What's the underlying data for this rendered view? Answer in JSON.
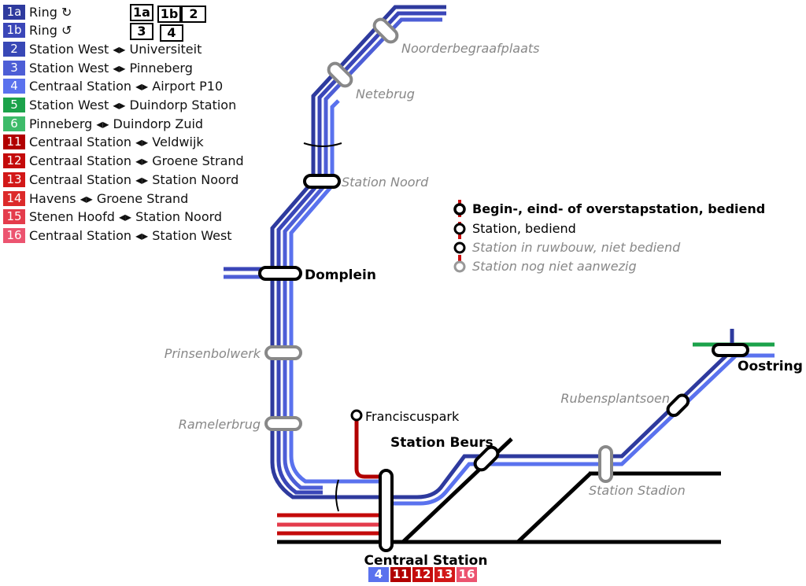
{
  "colors": {
    "line_1a": "#2e3a9e",
    "line_1b": "#3a46b8",
    "line_2": "#3848b6",
    "line_3": "#4d5ed6",
    "line_4": "#5a72ee",
    "line_5": "#1ba24a",
    "line_6": "#3dbb6a",
    "line_11": "#b10000",
    "line_12": "#cc1414",
    "line_13": "#d62a2a",
    "line_14": "#e03a3a",
    "line_15": "#e84a5c",
    "line_16": "#f06080",
    "rail_black": "#000000",
    "label_grey": "#888888"
  },
  "legend": [
    {
      "badge": "1a",
      "color": "#2e3a9e",
      "text": "Ring ↻"
    },
    {
      "badge": "1b",
      "color": "#3a46b8",
      "text": "Ring ↺"
    },
    {
      "badge": "2",
      "color": "#3848b6",
      "text": "Station West ◂▸ Universiteit"
    },
    {
      "badge": "3",
      "color": "#4d5ed6",
      "text": "Station West ◂▸ Pinneberg"
    },
    {
      "badge": "4",
      "color": "#5a72ee",
      "text": "Centraal Station ◂▸ Airport P10"
    },
    {
      "badge": "5",
      "color": "#1ba24a",
      "text": "Station West ◂▸ Duindorp Station"
    },
    {
      "badge": "6",
      "color": "#3dbb6a",
      "text": "Pinneberg ◂▸ Duindorp Zuid"
    },
    {
      "badge": "11",
      "color": "#b10000",
      "text": "Centraal Station ◂▸ Veldwijk"
    },
    {
      "badge": "12",
      "color": "#c40a0a",
      "text": "Centraal Station ◂▸ Groene Strand"
    },
    {
      "badge": "13",
      "color": "#d21818",
      "text": "Centraal Station ◂▸ Station Noord"
    },
    {
      "badge": "14",
      "color": "#dc2a2a",
      "text": "Havens ◂▸ Groene Strand"
    },
    {
      "badge": "15",
      "color": "#e43c4c",
      "text": "Stenen Hoofd ◂▸ Station Noord"
    },
    {
      "badge": "16",
      "color": "#ec5470",
      "text": "Centraal Station ◂▸ Station West"
    }
  ],
  "service_boxes": [
    "1a",
    "1b",
    "2",
    "3",
    "4"
  ],
  "key": [
    {
      "text": "Begin-, eind- of overstapstation, bediend",
      "style": "bold"
    },
    {
      "text": "Station, bediend",
      "style": "normal"
    },
    {
      "text": "Station in ruwbouw, niet bediend",
      "style": "grey-italic"
    },
    {
      "text": "Station nog niet aanwezig",
      "style": "grey-italic"
    }
  ],
  "stations": {
    "noorderbegraafplaats": "Noorderbegraafplaats",
    "netebrug": "Netebrug",
    "station_noord": "Station Noord",
    "domplein": "Domplein",
    "prinsenbolwerk": "Prinsenbolwerk",
    "ramelerbrug": "Ramelerbrug",
    "franciscuspark": "Franciscuspark",
    "station_beurs": "Station Beurs",
    "rubensplantsoen": "Rubensplantsoen",
    "oostring": "Oostring",
    "station_stadion": "Station Stadion",
    "centraal_station": "Centraal Station"
  },
  "centraal_badges": [
    {
      "badge": "4",
      "color": "#5a72ee"
    },
    {
      "badge": "11",
      "color": "#b10000"
    },
    {
      "badge": "12",
      "color": "#c40a0a"
    },
    {
      "badge": "13",
      "color": "#d21818"
    },
    {
      "badge": "16",
      "color": "#ec5470"
    }
  ]
}
